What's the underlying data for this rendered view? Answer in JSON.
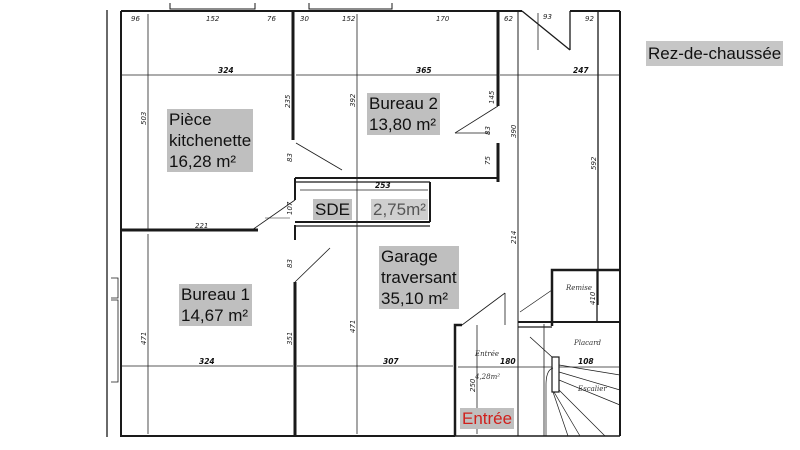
{
  "title": "Rez-de-chaussée",
  "rooms": [
    {
      "id": "piece-kitchenette",
      "name": "Pièce\nkitchenette",
      "area": "16,28 m²"
    },
    {
      "id": "bureau-2",
      "name": "Bureau 2",
      "area": "13,80 m²"
    },
    {
      "id": "sde",
      "name": "SDE",
      "area": "2,75m²"
    },
    {
      "id": "bureau-1",
      "name": "Bureau 1",
      "area": "14,67 m²"
    },
    {
      "id": "garage",
      "name": "Garage\ntraversant",
      "area": "35,10 m²"
    }
  ],
  "entrance_label": "Entrée",
  "colors": {
    "label_bg": "#bfbfbf",
    "entrance_text": "#d0201c",
    "wall": "#1a1a1a"
  },
  "dimensions": {
    "top": [
      "96",
      "152",
      "76",
      "30",
      "152",
      "170",
      "62",
      "93",
      "92"
    ],
    "horizontal": [
      "324",
      "365",
      "247",
      "221",
      "253",
      "324",
      "307",
      "180",
      "108"
    ],
    "vertical": [
      "503",
      "392",
      "235",
      "145",
      "83",
      "75",
      "390",
      "592",
      "107",
      "83",
      "83",
      "471",
      "351",
      "471",
      "214",
      "250",
      "410"
    ]
  },
  "annotations": {
    "entree_small": "Entrée",
    "entree_area": "4,28m²",
    "remise": "Remise",
    "placard": "Placard",
    "escalier": "Escalier"
  }
}
